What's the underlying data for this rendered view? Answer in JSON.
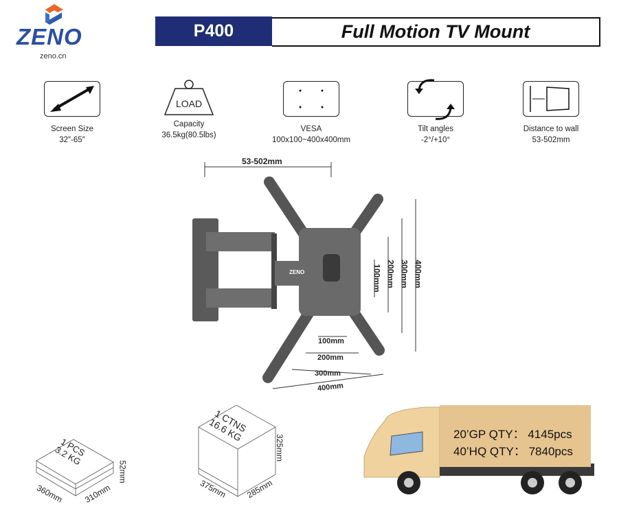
{
  "brand": {
    "name": "ZENO",
    "url": "zeno.cn"
  },
  "header": {
    "model": "P400",
    "title": "Full Motion TV Mount"
  },
  "specs": [
    {
      "icon": "diagonal-arrow-icon",
      "label": "Screen Size",
      "value": "32″-65″"
    },
    {
      "icon": "load-weight-icon",
      "icon_text": "LOAD",
      "label": "Capacity",
      "value": "36.5kg(80.5lbs)"
    },
    {
      "icon": "vesa-holes-icon",
      "label": "VESA",
      "value": "100x100~400x400mm"
    },
    {
      "icon": "tilt-arrows-icon",
      "label": "Tilt angles",
      "value": "-2°/+10°"
    },
    {
      "icon": "wall-distance-icon",
      "label": "Distance to wall",
      "value": "53-502mm"
    }
  ],
  "diagram": {
    "extension": "53-502mm",
    "horizontal": [
      "100mm",
      "200mm",
      "300mm",
      "400mm"
    ],
    "vertical": [
      "100mm",
      "200mm",
      "300mm",
      "400mm"
    ],
    "plate_logo": "ZENO"
  },
  "package": {
    "pcs": "1 PCS",
    "pcs_weight": "3.2 KG",
    "l": "360mm",
    "w": "310mm",
    "h": "52mm"
  },
  "carton": {
    "ctns": "1 CTNS",
    "weight": "16.6 KG",
    "l": "375mm",
    "w": "285mm",
    "h": "325mm"
  },
  "shipping": {
    "gp20": "20’GP QTY： 4145pcs",
    "hq40": "40’HQ QTY： 7840pcs"
  }
}
